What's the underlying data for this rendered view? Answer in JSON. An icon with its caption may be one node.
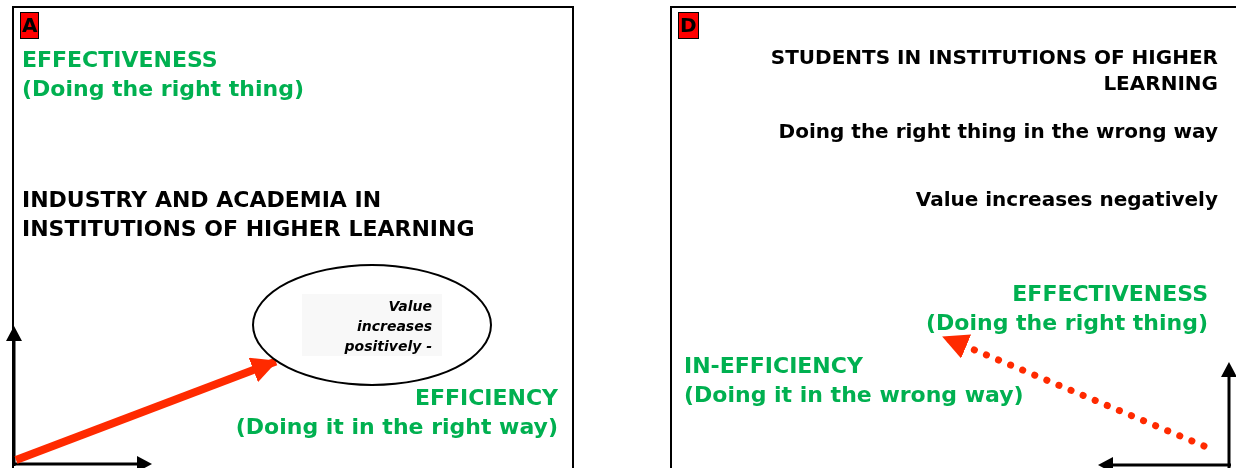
{
  "diagram": {
    "nodes": [
      {
        "text": [
          "A"
        ]
      },
      {
        "text": [
          "EFFECTIVENESS",
          "(Doing the right thing)"
        ],
        "in": 0
      },
      {
        "text": [
          "INDUSTRY AND ACADEMIA IN INSTITUTIONS OF HIGHER LEARNING"
        ],
        "in": 0
      },
      {
        "text": [
          "Value increases positively -"
        ],
        "in": 0
      },
      {
        "text": [
          "EFFICIENCY",
          "(Doing it in the right way)"
        ],
        "in": 0
      },
      {
        "text": [
          "D"
        ]
      },
      {
        "text": [
          "STUDENTS IN INSTITUTIONS OF HIGHER LEARNING"
        ],
        "in": 5
      },
      {
        "text": [
          "Doing the right thing in the wrong way"
        ],
        "in": 5
      },
      {
        "text": [
          "Value increases negatively"
        ],
        "in": 5
      },
      {
        "text": [
          "EFFECTIVENESS",
          "(Doing the right thing)"
        ],
        "in": 5
      },
      {
        "text": [
          "IN-EFFICIENCY",
          "(Doing it in the wrong way)"
        ],
        "in": 5
      }
    ],
    "edges": [
      {
        "from": null,
        "to": 3,
        "arrow": "to"
      },
      {
        "from": null,
        "to": 9,
        "arrow": "to",
        "style": "dashed"
      }
    ]
  }
}
